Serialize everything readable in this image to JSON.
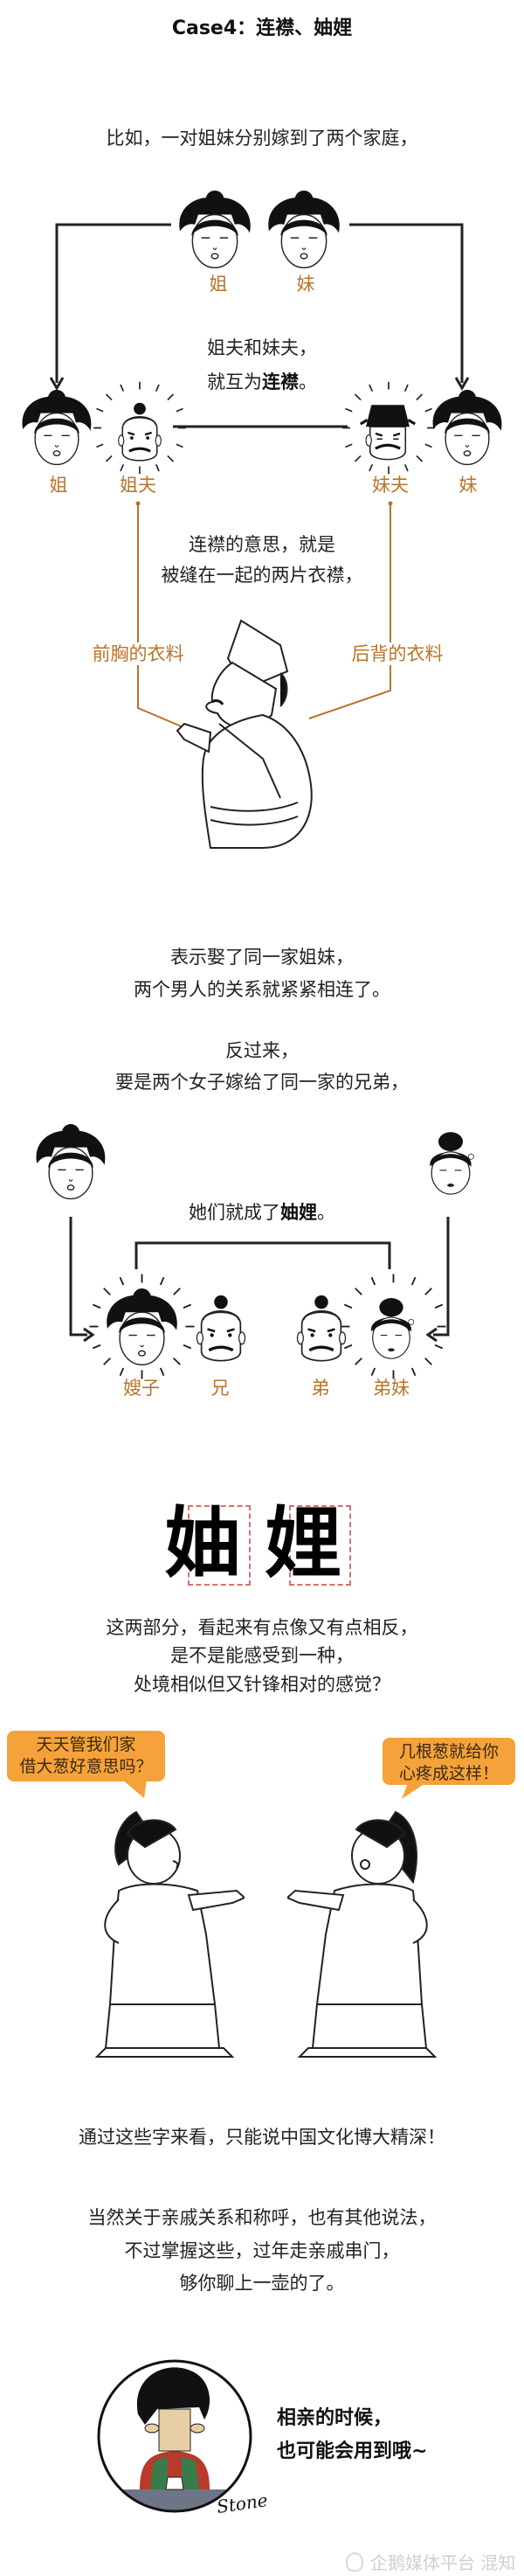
{
  "title": "Case4：连襟、妯娌",
  "part1": {
    "intro": "比如，一对姐妹分别嫁到了两个家庭，",
    "top_labels": [
      "姐",
      "妹"
    ],
    "explain_line1": "姐夫和妹夫，",
    "explain_line2_pre": "就互为",
    "explain_line2_bold": "连襟",
    "explain_line2_post": "。",
    "row_labels": [
      "姐",
      "姐夫",
      "妹夫",
      "妹"
    ],
    "meaning_line1": "连襟的意思，就是",
    "meaning_line2": "被缝在一起的两片衣襟，",
    "front_label": "前胸的衣料",
    "back_label": "后背的衣料",
    "result_line1": "表示娶了同一家姐妹，",
    "result_line2": "两个男人的关系就紧紧相连了。"
  },
  "part2": {
    "intro_line1": "反过来，",
    "intro_line2": "要是两个女子嫁给了同一家的兄弟，",
    "explain_pre": "她们就成了",
    "explain_bold": "妯娌",
    "explain_post": "。",
    "row_labels": [
      "嫂子",
      "兄",
      "弟",
      "弟妹"
    ]
  },
  "part3": {
    "big_chars": [
      "妯",
      "娌"
    ],
    "line1": "这两部分，看起来有点像又有点相反，",
    "line2": "是不是能感受到一种，",
    "line3": "处境相似但又针锋相对的感觉？",
    "bubble_left": [
      "天天管我们家",
      "借大葱好意思吗？"
    ],
    "bubble_right": [
      "几根葱就给你",
      "心疼成这样！"
    ]
  },
  "part4": {
    "line1": "通过这些字来看，只能说中国文化博大精深！",
    "line2": "当然关于亲戚关系和称呼，也有其他说法，",
    "line3": "不过掌握这些，过年走亲戚串门，",
    "line4": "够你聊上一壶的了。",
    "closing_line1": "相亲的时候，",
    "closing_line2": "也可能会用到哦~",
    "signature": "Stone",
    "watermark": "企鹅媒体平台 混知"
  },
  "colors": {
    "text": "#222222",
    "label_orange": "#b8742a",
    "bubble_orange": "#f5a23a",
    "dash_red": "#d9706e",
    "gray_hair": "#8a8a8a"
  }
}
